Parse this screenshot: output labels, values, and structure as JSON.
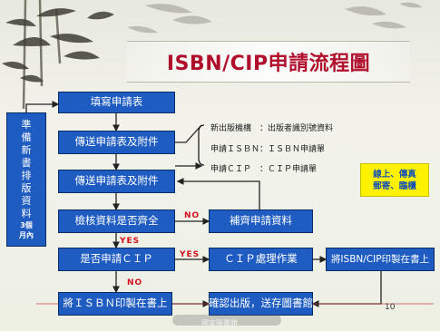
{
  "title": "ISBN/CIP申請流程圖",
  "page_number": "10",
  "footer_text": "國家圖書館",
  "left_panel": {
    "chars": [
      "準",
      "備",
      "新",
      "書",
      "排",
      "版",
      "資",
      "料"
    ],
    "duration": [
      "3個",
      "月內"
    ]
  },
  "steps": {
    "fill_form": "填寫申請表",
    "send_form1": "傳送申請表及附件",
    "send_form2": "傳送申請表及附件",
    "check": "檢核資料是否齊全",
    "supplement": "補齊申請資料",
    "apply_cip": "是否申請ＣＩＰ",
    "cip_process": "ＣＩＰ處理作業",
    "print_cip": "將ISBN/CIP印製在書上",
    "print_isbn": "將ＩＳＢＮ印製在書上",
    "confirm": "確認出版，送存圖書館"
  },
  "labels": {
    "no1": "NO",
    "yes1": "YES",
    "yes2": "YES",
    "no2": "NO"
  },
  "info": [
    "新出版機構　：出版者識別號資料",
    "申請ＩＳＢＮ：ＩＳＢＮ申請單",
    "申請ＣＩＰ　：ＣＩＰ申請單"
  ],
  "channels": [
    "線上、傳真",
    "郵寄、臨櫃"
  ]
}
